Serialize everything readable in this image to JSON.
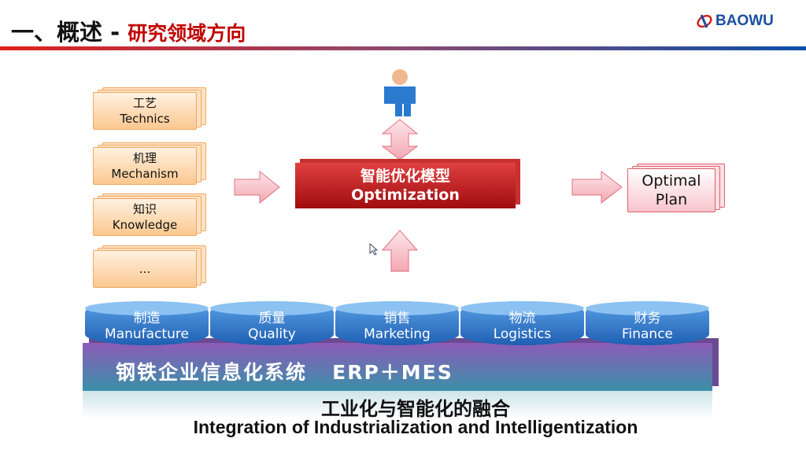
{
  "header": {
    "title_main": "一、概述 - ",
    "title_sub": "研究领域方向",
    "logo_text": "BAOWU",
    "accent_red": "#c00000",
    "accent_blue": "#0a4fa8"
  },
  "inputs": [
    {
      "zh": "工艺",
      "en": "Technics"
    },
    {
      "zh": "机理",
      "en": "Mechanism"
    },
    {
      "zh": "知识",
      "en": "Knowledge"
    },
    {
      "zh": "",
      "en": "..."
    }
  ],
  "model": {
    "zh": "智能优化模型",
    "en": "Optimization"
  },
  "output": {
    "line1": "Optimal",
    "line2": "Plan"
  },
  "systems": [
    {
      "zh": "制造",
      "en": "Manufacture"
    },
    {
      "zh": "质量",
      "en": "Quality"
    },
    {
      "zh": "销售",
      "en": "Marketing"
    },
    {
      "zh": "物流",
      "en": "Logistics"
    },
    {
      "zh": "财务",
      "en": "Finance"
    }
  ],
  "platform": {
    "label": "钢铁企业信息化系统   ERP＋MES"
  },
  "caption": {
    "zh": "工业化与智能化的融合",
    "en": "Integration of Industrialization and Intelligentization"
  }
}
